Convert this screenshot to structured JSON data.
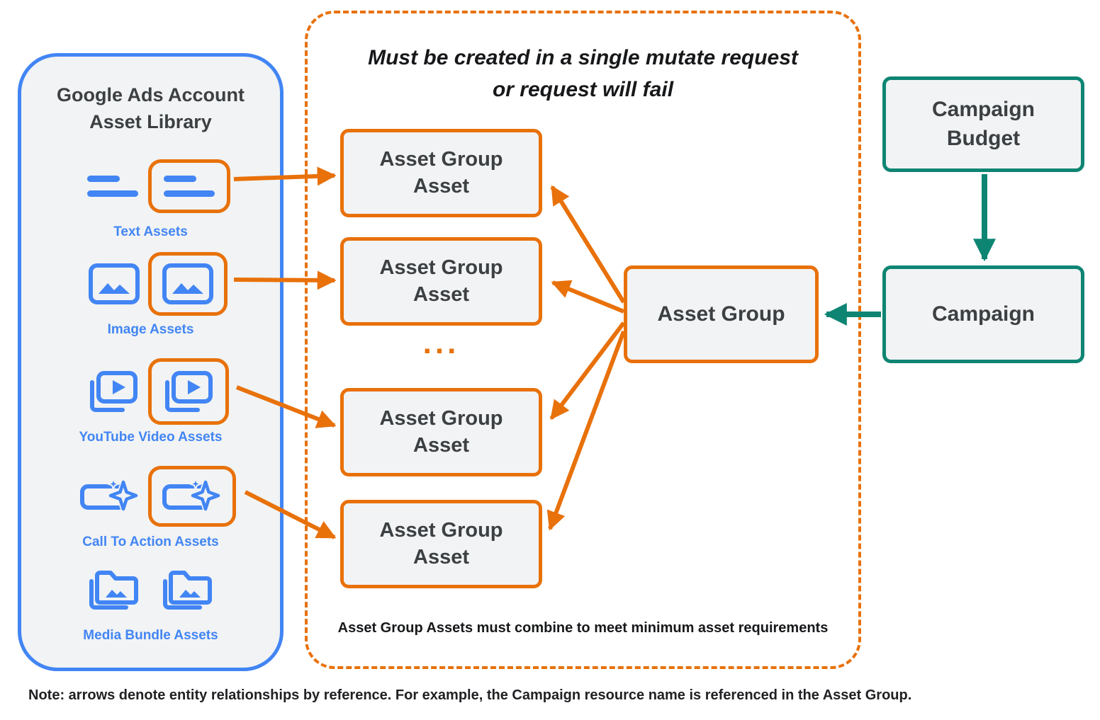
{
  "asset_library": {
    "title": "Google Ads Account Asset Library",
    "sections": [
      {
        "label": "Text Assets",
        "icon": "text-lines-icon"
      },
      {
        "label": "Image Assets",
        "icon": "image-icon"
      },
      {
        "label": "YouTube Video Assets",
        "icon": "video-play-icon"
      },
      {
        "label": "Call To Action Assets",
        "icon": "cta-sparkle-icon"
      },
      {
        "label": "Media Bundle Assets",
        "icon": "media-folder-icon"
      }
    ]
  },
  "mutate_panel": {
    "title_line1": "Must be created in a single mutate request",
    "title_line2": "or request will fail",
    "boxes": [
      {
        "label": "Asset Group Asset"
      },
      {
        "label": "Asset Group Asset"
      },
      {
        "label": "Asset Group Asset"
      },
      {
        "label": "Asset Group Asset"
      }
    ],
    "ellipsis": "...",
    "footnote": "Asset Group Assets must combine to meet minimum asset requirements"
  },
  "entities": {
    "asset_group": {
      "label": "Asset Group"
    },
    "campaign_budget": {
      "label": "Campaign Budget"
    },
    "campaign": {
      "label": "Campaign"
    }
  },
  "note": "Note: arrows denote entity relationships by reference. For example, the Campaign resource name is referenced in the Asset Group.",
  "colors": {
    "google_blue": "#4285F4",
    "orange": "#E8710A",
    "teal": "#0E8573",
    "box_fill": "#F1F3F4",
    "text_dark": "#3C4043"
  }
}
